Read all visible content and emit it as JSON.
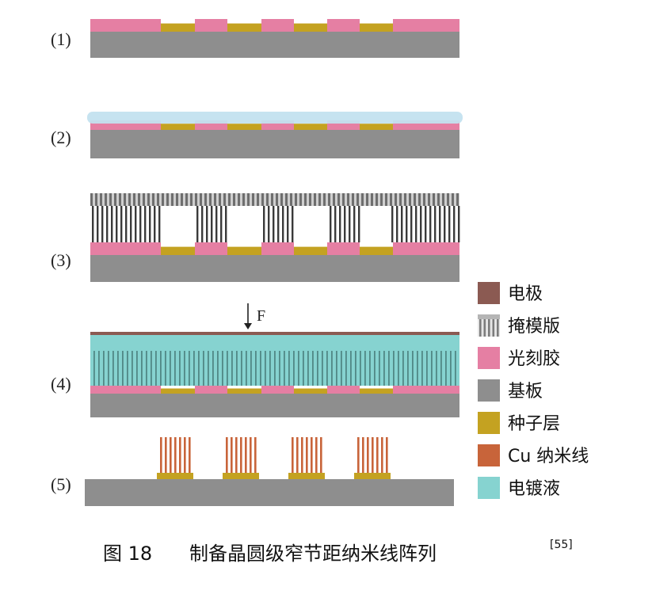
{
  "steps": [
    {
      "label": "(1)"
    },
    {
      "label": "(2)"
    },
    {
      "label": "(3)"
    },
    {
      "label": "(4)"
    },
    {
      "label": "(5)"
    }
  ],
  "force_label": "F",
  "legend": [
    {
      "key": "electrode",
      "label": "电极",
      "color": "#8b5a52",
      "pattern": "solid"
    },
    {
      "key": "mask",
      "label": "掩模版",
      "color": "#7c7c7c",
      "pattern": "stripes"
    },
    {
      "key": "photoresist",
      "label": "光刻胶",
      "color": "#e57fa3",
      "pattern": "solid"
    },
    {
      "key": "substrate",
      "label": "基板",
      "color": "#8e8e8e",
      "pattern": "solid"
    },
    {
      "key": "seed",
      "label": "种子层",
      "color": "#c4a221",
      "pattern": "solid"
    },
    {
      "key": "nanowire",
      "label": "Cu 纳米线",
      "color": "#c8643a",
      "pattern": "solid"
    },
    {
      "key": "electrolyte",
      "label": "电镀液",
      "color": "#86d3d0",
      "pattern": "solid"
    }
  ],
  "caption": {
    "figure": "图 18",
    "title": "制备晶圆级窄节距纳米线阵列",
    "ref": "[55]",
    "ref_color": "#1a3fcf"
  },
  "colors": {
    "substrate": "#8e8e8e",
    "photoresist": "#e57fa3",
    "seed": "#c4a221",
    "glass": "#c3e2ef",
    "mask_top": "#b9b9b9",
    "mask_bar": "#3a3a3a",
    "electrolyte": "#86d3d0",
    "electrode": "#8b5a52",
    "nanowire": "#c8643a"
  }
}
